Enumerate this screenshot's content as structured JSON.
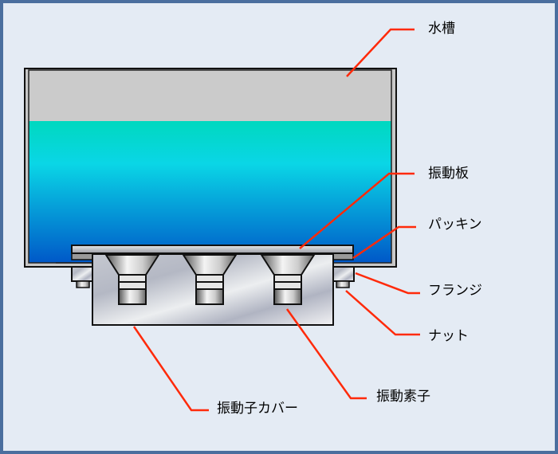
{
  "labels": {
    "tank": "水槽",
    "vibration_plate": "振動板",
    "packing": "パッキン",
    "flange": "フランジ",
    "nut": "ナット",
    "transducer": "振動素子",
    "transducer_cover": "振動子カバー"
  },
  "colors": {
    "leader_line": "#ff2a0a",
    "frame_border": "#4a6e9e",
    "background": "#e4ebf4"
  }
}
